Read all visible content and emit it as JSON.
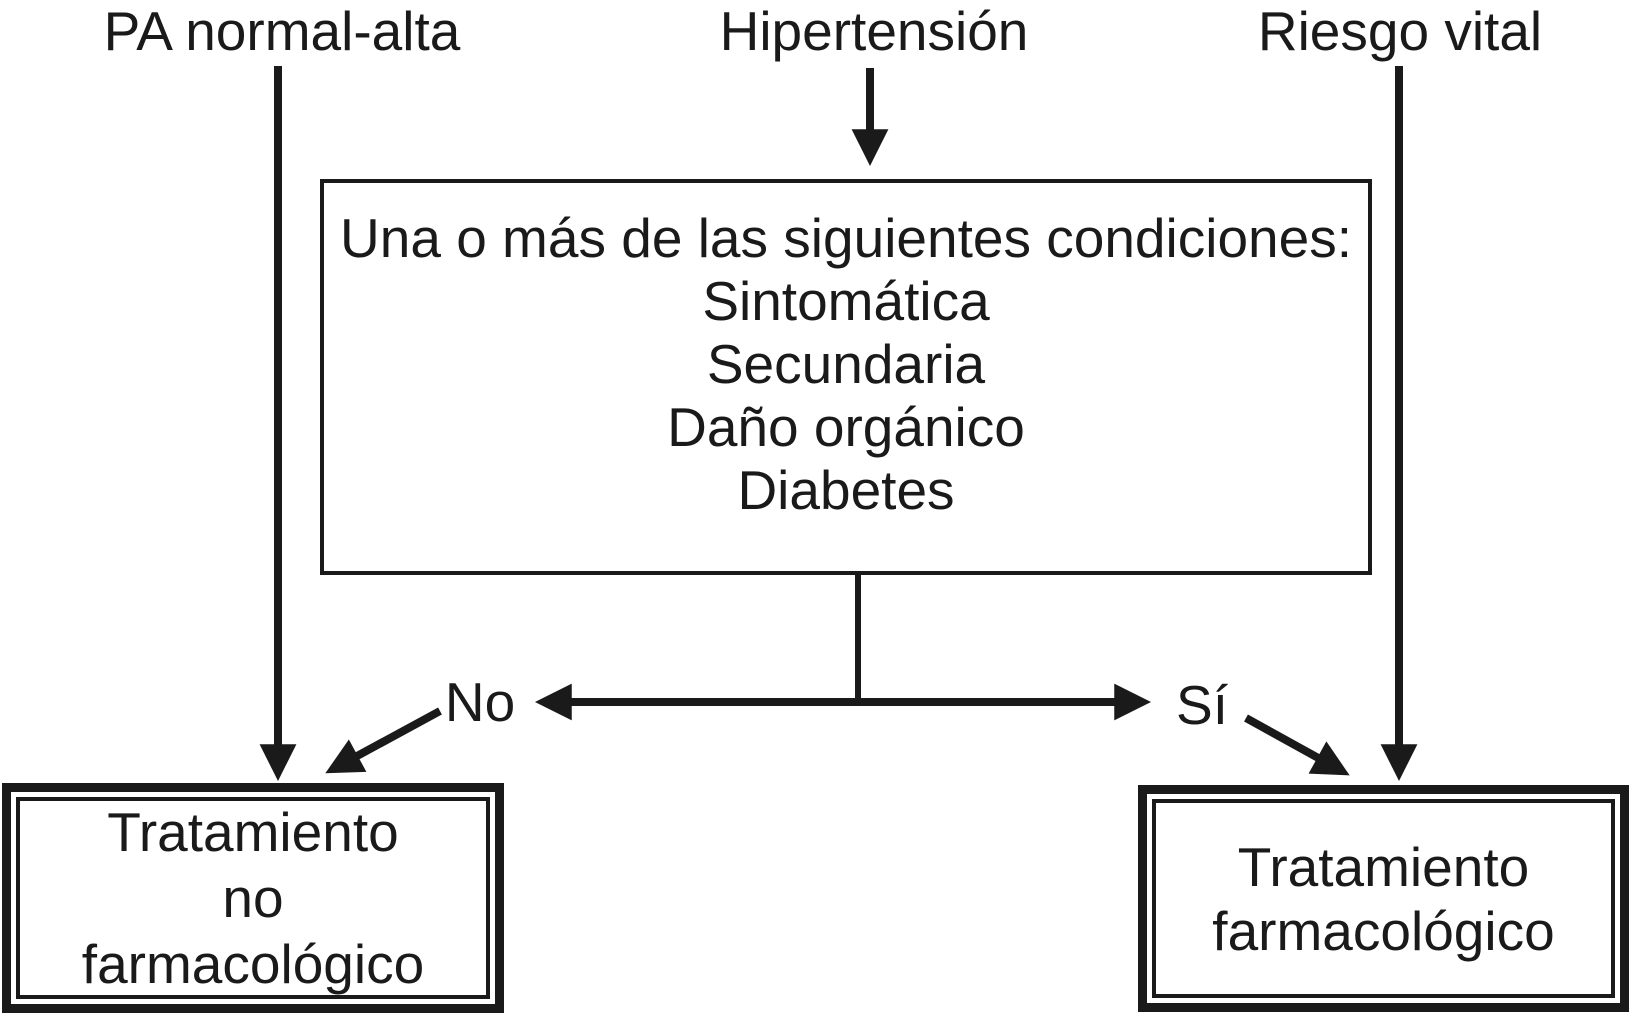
{
  "diagram": {
    "top_labels": {
      "left": "PA normal-alta",
      "center": "Hipertensión",
      "right": "Riesgo vital"
    },
    "condition_box": {
      "title": "Una o más de las siguientes condiciones:",
      "items": [
        "Sintomática",
        "Secundaria",
        "Daño orgánico",
        "Diabetes"
      ]
    },
    "branch_labels": {
      "no": "No",
      "yes": "Sí"
    },
    "outcome_boxes": {
      "left": {
        "lines": [
          "Tratamiento",
          "no",
          "farmacológico"
        ]
      },
      "right": {
        "lines": [
          "Tratamiento",
          "farmacológico"
        ]
      }
    },
    "colors": {
      "ink": "#1a1a1a",
      "background": "#ffffff"
    }
  }
}
